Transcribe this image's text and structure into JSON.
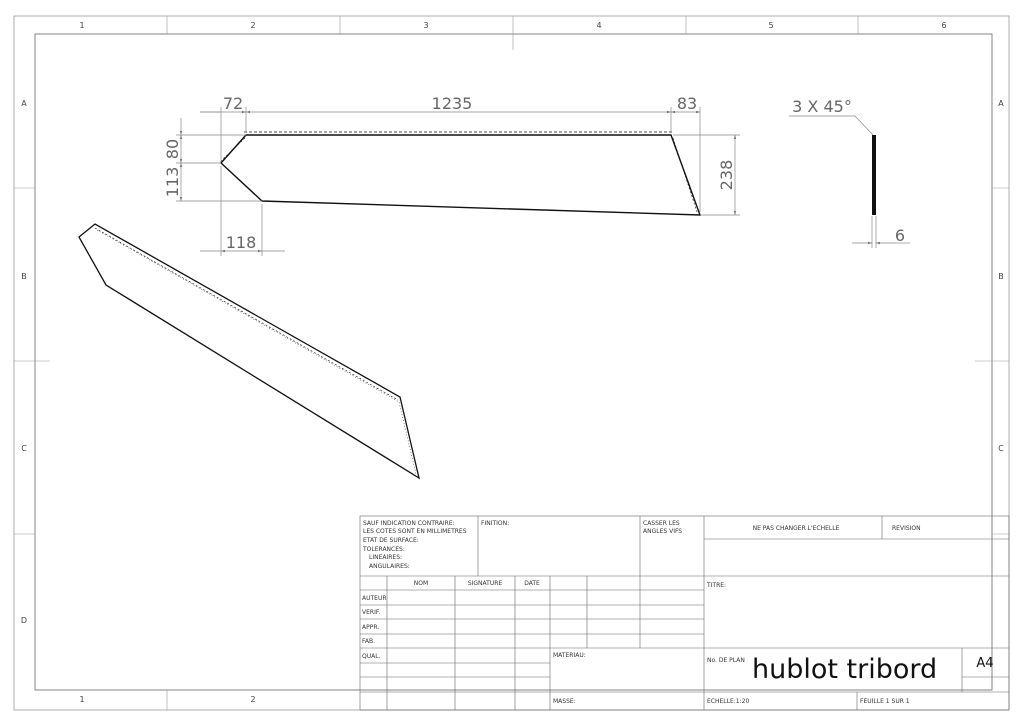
{
  "zones": {
    "top": [
      "1",
      "2",
      "3",
      "4",
      "5",
      "6"
    ],
    "bottom": [
      "1",
      "2"
    ],
    "left": [
      "A",
      "B",
      "C",
      "D"
    ],
    "right": [
      "A",
      "B",
      "C"
    ]
  },
  "dimensions": {
    "top_left": "72",
    "top_middle": "1235",
    "top_right": "83",
    "left_upper": "80",
    "left_lower": "113",
    "height": "238",
    "bottom": "118",
    "chamfer": "3 X 45°",
    "thickness": "6"
  },
  "title_block": {
    "notes": [
      "SAUF INDICATION CONTRAIRE:",
      "LES COTES SONT EN MILLIMETRES",
      "ETAT DE SURFACE:",
      "TOLERANCES:",
      "LINEAIRES:",
      "ANGULAIRES:"
    ],
    "finition": "FINITION:",
    "casser": [
      "CASSER LES",
      "ANGLES VIFS"
    ],
    "ne_pas_changer": "NE PAS CHANGER L'ECHELLE",
    "revision": "REVISION",
    "col_nom": "NOM",
    "col_signature": "SIGNATURE",
    "col_date": "DATE",
    "rows": [
      "AUTEUR",
      "VERIF.",
      "APPR.",
      "FAB.",
      "QUAL."
    ],
    "titre": "TITRE:",
    "materiau": "MATERIAU:",
    "no_de_plan": "No. DE PLAN",
    "drawing_title": "hublot tribord",
    "format": "A4",
    "masse": "MASSE:",
    "echelle": "ECHELLE:1:20",
    "feuille": "FEUILLE 1 SUR 1"
  }
}
